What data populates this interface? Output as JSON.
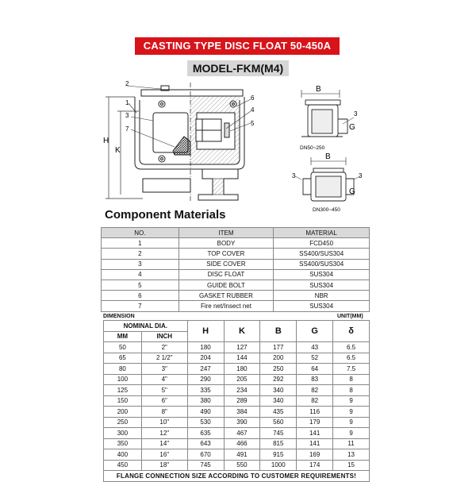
{
  "header": {
    "title": "CASTING TYPE DISC FLOAT 50-450A",
    "model": "MODEL-FKM(M4)"
  },
  "drawing": {
    "callouts": [
      "1",
      "2",
      "3",
      "4",
      "5",
      "6",
      "7"
    ],
    "dim_h": "H",
    "dim_k": "K",
    "small_top": {
      "b": "B",
      "g": "G",
      "n": "3",
      "caption": "DN50~250"
    },
    "small_bottom": {
      "b": "B",
      "g": "G",
      "n3": "3",
      "caption": "DN300~450"
    }
  },
  "materials": {
    "title": "Component Materials",
    "headers": [
      "NO.",
      "ITEM",
      "MATERIAL"
    ],
    "rows": [
      [
        "1",
        "BODY",
        "FCD450"
      ],
      [
        "2",
        "TOP COVER",
        "SS400/SUS304"
      ],
      [
        "3",
        "SIDE COVER",
        "SS400/SUS304"
      ],
      [
        "4",
        "DISC FLOAT",
        "SUS304"
      ],
      [
        "5",
        "GUIDE BOLT",
        "SUS304"
      ],
      [
        "6",
        "GASKET RUBBER",
        "NBR"
      ],
      [
        "7",
        "Fire net/Insect net",
        "SUS304"
      ]
    ]
  },
  "dimension": {
    "label": "DIMENSION",
    "unit": "UNIT(MM)",
    "nominal": "NOMINAL DIA.",
    "mm": "MM",
    "inch": "INCH",
    "cols": [
      "H",
      "K",
      "B",
      "G",
      "δ"
    ],
    "rows": [
      [
        "50",
        "2\"",
        "180",
        "127",
        "177",
        "43",
        "6.5"
      ],
      [
        "65",
        "2 1/2\"",
        "204",
        "144",
        "200",
        "52",
        "6.5"
      ],
      [
        "80",
        "3\"",
        "247",
        "180",
        "250",
        "64",
        "7.5"
      ],
      [
        "100",
        "4\"",
        "290",
        "205",
        "292",
        "83",
        "8"
      ],
      [
        "125",
        "5\"",
        "335",
        "234",
        "340",
        "82",
        "8"
      ],
      [
        "150",
        "6\"",
        "380",
        "289",
        "340",
        "82",
        "9"
      ],
      [
        "200",
        "8\"",
        "490",
        "384",
        "435",
        "116",
        "9"
      ],
      [
        "250",
        "10\"",
        "530",
        "390",
        "560",
        "179",
        "9"
      ],
      [
        "300",
        "12\"",
        "635",
        "467",
        "745",
        "141",
        "9"
      ],
      [
        "350",
        "14\"",
        "643",
        "466",
        "815",
        "141",
        "11"
      ],
      [
        "400",
        "16\"",
        "670",
        "491",
        "915",
        "169",
        "13"
      ],
      [
        "450",
        "18\"",
        "745",
        "550",
        "1000",
        "174",
        "15"
      ]
    ],
    "footer": "FLANGE CONNECTION SIZE ACCORDING TO CUSTOMER REQUIREMENTS!"
  }
}
